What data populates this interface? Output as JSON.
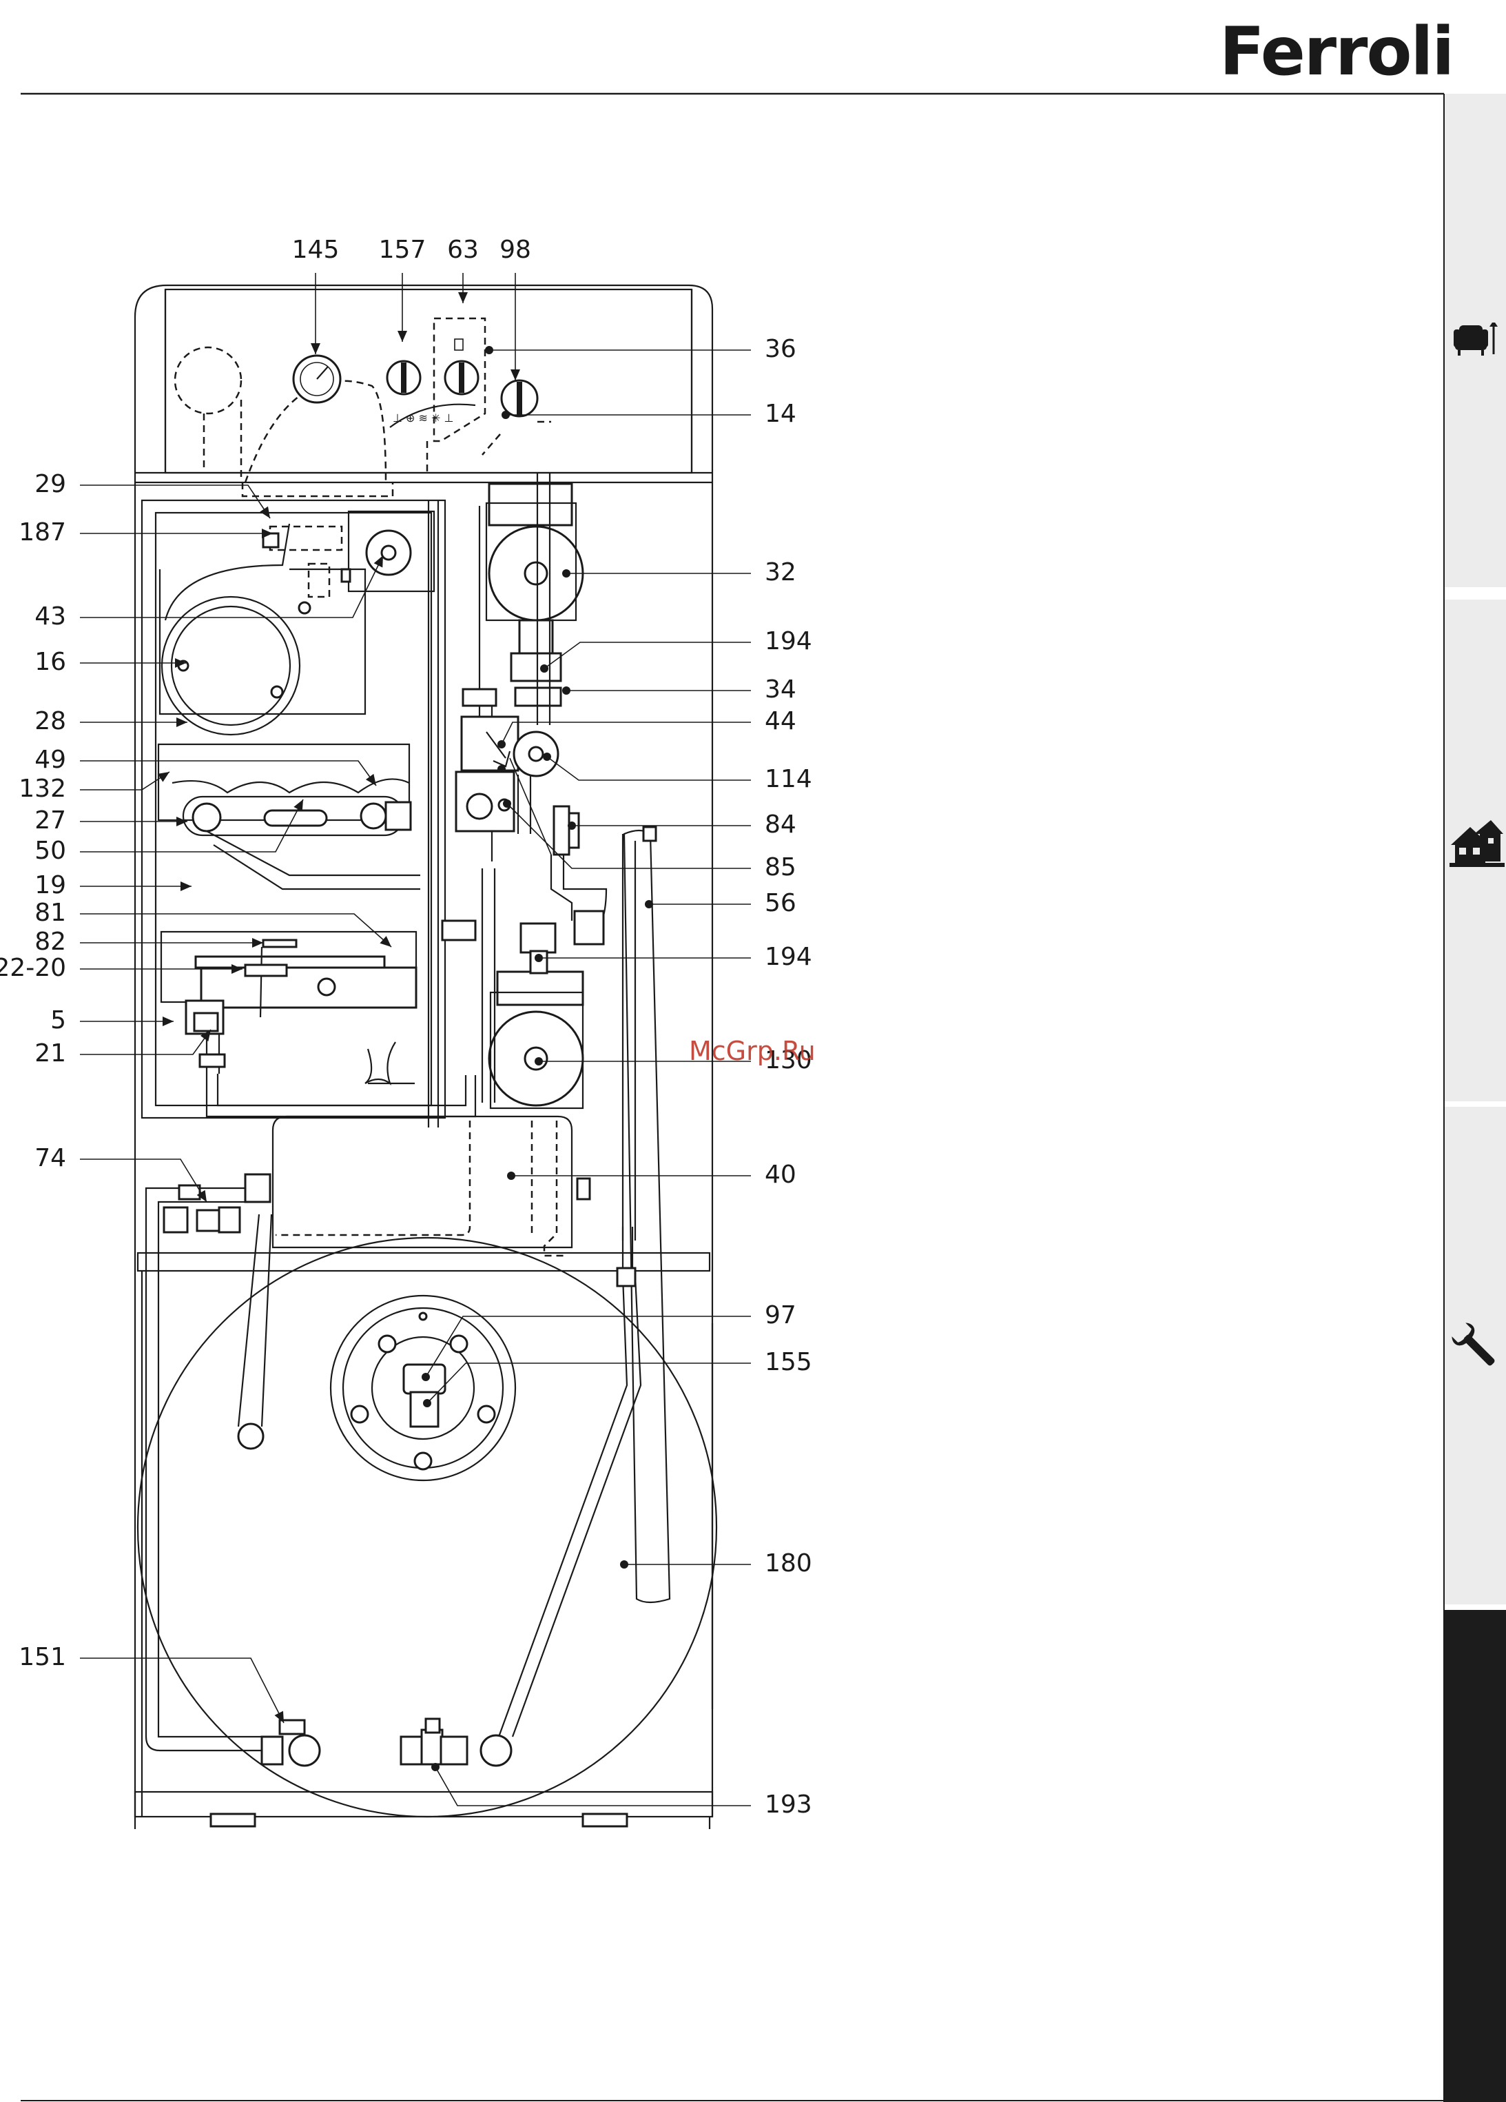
{
  "brand": {
    "logo_text": "Ferroli"
  },
  "watermark": {
    "text": "McGrp.Ru"
  },
  "colors": {
    "ink": "#1a1a1a",
    "tab_gray": "#ececec",
    "tab_dark": "#1c1c1c",
    "watermark": "#c0392b"
  },
  "side_tabs": [
    {
      "icon": "armchair-icon",
      "state": "inactive"
    },
    {
      "icon": "house-icon",
      "state": "inactive"
    },
    {
      "icon": "wrench-icon",
      "state": "inactive"
    },
    {
      "icon": "",
      "state": "active"
    }
  ],
  "labels": {
    "top": [
      "145",
      "157",
      "63",
      "98"
    ],
    "left": [
      "29",
      "187",
      "43",
      "16",
      "28",
      "49",
      "132",
      "27",
      "50",
      "19",
      "81",
      "82",
      "22-20",
      "5",
      "21",
      "74",
      "151"
    ],
    "right": [
      "36",
      "14",
      "32",
      "194",
      "34",
      "44",
      "114",
      "84",
      "85",
      "56",
      "194",
      "130",
      "40",
      "97",
      "155",
      "180",
      "193"
    ]
  }
}
